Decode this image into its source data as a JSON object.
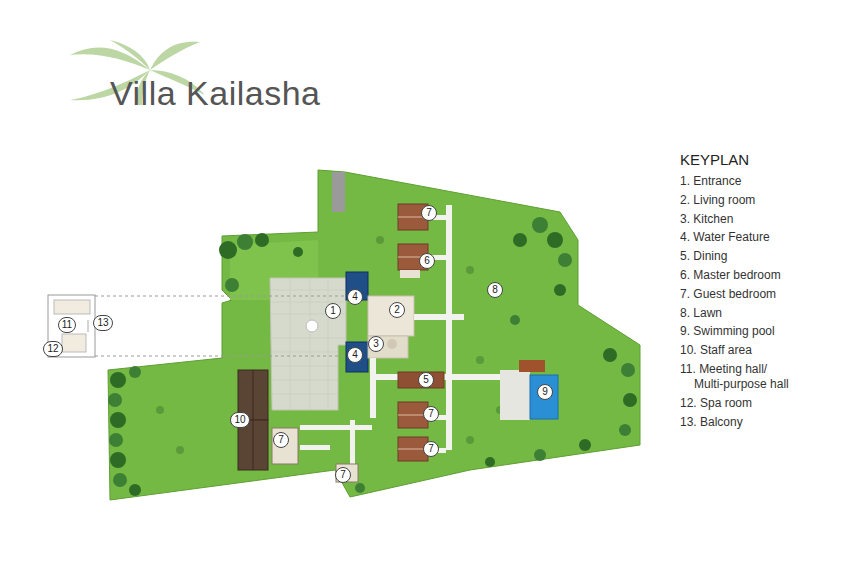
{
  "diagram": {
    "title": "Villa Kailasha",
    "labels": [
      "7",
      "6",
      "8",
      "4",
      "1",
      "2",
      "11",
      "13",
      "3",
      "12",
      "4",
      "5",
      "9",
      "7",
      "10",
      "7",
      "7",
      "7",
      "KEYPLAN",
      "1. Entrance",
      "2. Living room",
      "3. Kitchen",
      "4. Water Feature",
      "5. Dining",
      "6. Master bedroom",
      "7. Guest bedroom",
      "8. Lawn",
      "9. Swimming pool",
      "10. Staff area",
      "11. Meeting hall/ Multi-purpose hall",
      "12. Spa room",
      "13. Balcony"
    ]
  }
}
